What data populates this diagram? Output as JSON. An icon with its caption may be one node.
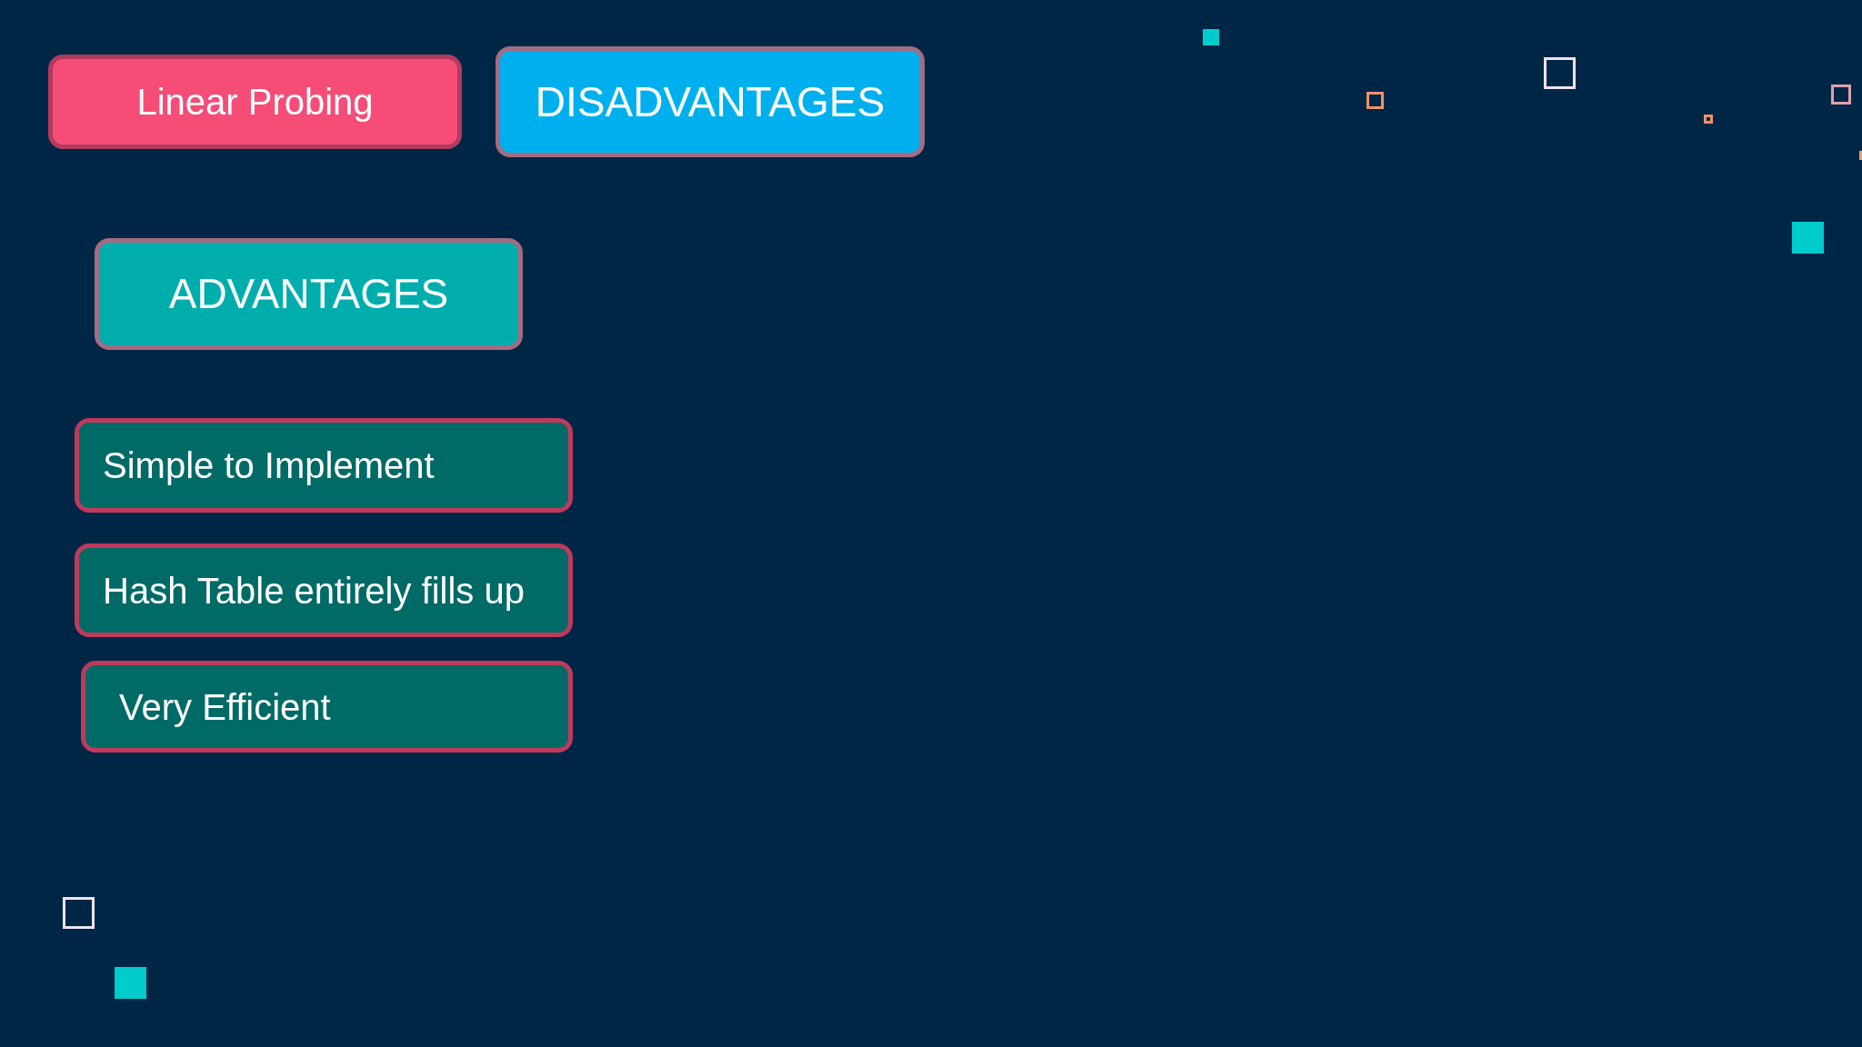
{
  "diagram": {
    "nodes": [
      {
        "text": [
          "Linear Probing"
        ]
      },
      {
        "text": [
          "DISADVANTAGES"
        ]
      },
      {
        "text": [
          "ADVANTAGES"
        ]
      },
      {
        "text": [
          "Simple to Implement"
        ]
      },
      {
        "text": [
          "Hash Table entirely fills up"
        ]
      },
      {
        "text": [
          "Very Efficient"
        ]
      }
    ]
  }
}
